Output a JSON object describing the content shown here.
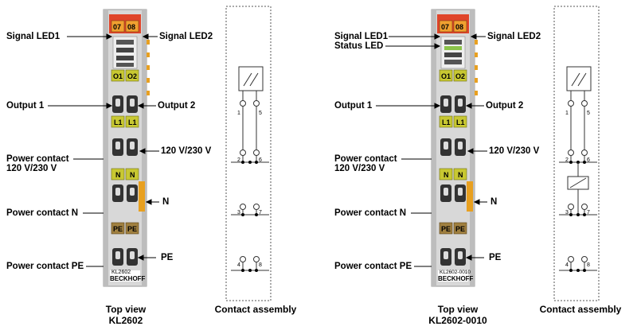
{
  "left": {
    "labels": {
      "signal_led1": "Signal LED1",
      "signal_led2": "Signal LED2",
      "output1": "Output 1",
      "output2": "Output 2",
      "power_contact_line1": "Power contact",
      "power_contact_line2": "120 V/230 V",
      "voltage": "120 V/230 V",
      "n": "N",
      "power_contact_n": "Power contact N",
      "pe": "PE",
      "power_contact_pe": "Power contact PE"
    },
    "terminal": {
      "led_tag1": "07",
      "led_tag2": "08",
      "output_tag1": "O1",
      "output_tag2": "O2",
      "l_tag1": "L1",
      "l_tag2": "L1",
      "n_tag1": "N",
      "n_tag2": "N",
      "pe_tag1": "PE",
      "pe_tag2": "PE",
      "model": "KL2602",
      "brand": "BECKHOFF"
    },
    "caption_line1": "Top view",
    "caption_line2": "KL2602",
    "assembly_caption": "Contact assembly"
  },
  "right": {
    "labels": {
      "signal_led1": "Signal LED1",
      "status_led": "Status LED",
      "signal_led2": "Signal LED2",
      "output1": "Output 1",
      "output2": "Output 2",
      "power_contact_line1": "Power contact",
      "power_contact_line2": "120 V/230 V",
      "voltage": "120 V/230 V",
      "n": "N",
      "power_contact_n": "Power contact N",
      "pe": "PE",
      "power_contact_pe": "Power contact PE"
    },
    "terminal": {
      "led_tag1": "07",
      "led_tag2": "08",
      "output_tag1": "O1",
      "output_tag2": "O2",
      "l_tag1": "L1",
      "l_tag2": "L1",
      "n_tag1": "N",
      "n_tag2": "N",
      "pe_tag1": "PE",
      "pe_tag2": "PE",
      "model": "KL2602-0010",
      "brand": "BECKHOFF"
    },
    "caption_line1": "Top view",
    "caption_line2": "KL2602-0010",
    "assembly_caption": "Contact assembly"
  },
  "pin_numbers": [
    "1",
    "5",
    "2",
    "6",
    "3",
    "7",
    "4",
    "8"
  ],
  "colors": {
    "housing": "#d8d8d8",
    "top_red": "#e0452a",
    "top_tag": "#f0a030",
    "yellow_label": "#c8c832",
    "brown_label": "#a08040",
    "orange_contact": "#e8a020",
    "led_green": "#8bc34a"
  }
}
